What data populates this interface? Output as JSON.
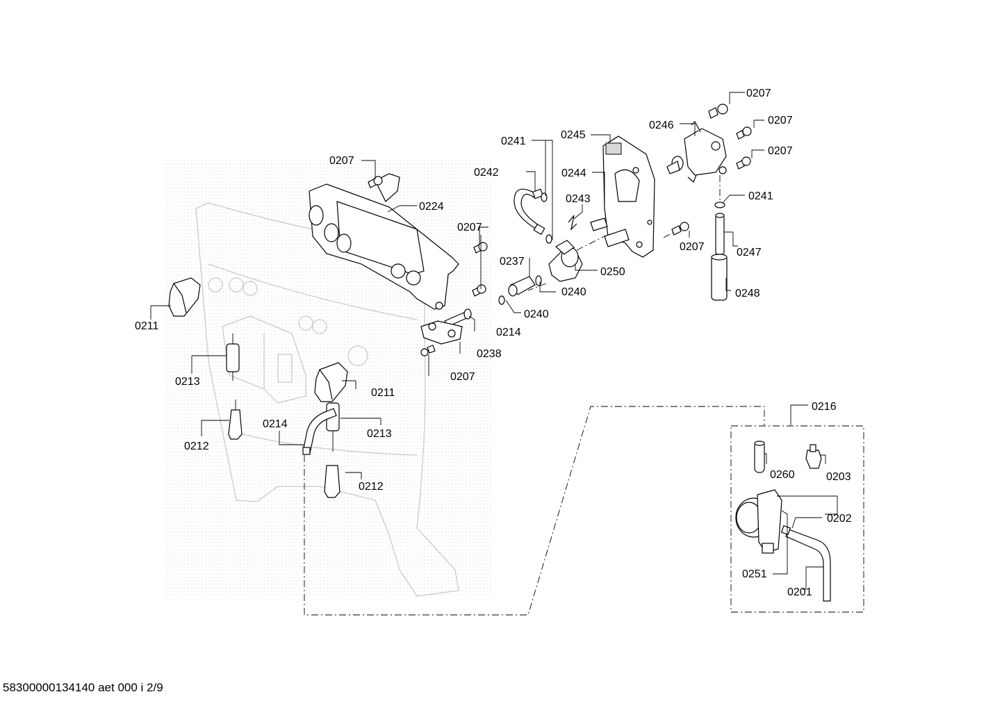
{
  "labels": {
    "p0207_a": "0207",
    "p0207_b": "0207",
    "p0207_c": "0207",
    "p0207_d": "0207",
    "p0207_e": "0207",
    "p0207_f": "0207",
    "p0207_g": "0207",
    "p0245": "0245",
    "p0246": "0246",
    "p0241_a": "0241",
    "p0241_b": "0241",
    "p0242": "0242",
    "p0244": "0244",
    "p0243": "0243",
    "p0224": "0224",
    "p0237": "0237",
    "p0250": "0250",
    "p0240_a": "0240",
    "p0240_b": "0240",
    "p0247": "0247",
    "p0248": "0248",
    "p0211_a": "0211",
    "p0211_b": "0211",
    "p0214_a": "0214",
    "p0214_b": "0214",
    "p0238": "0238",
    "p0213_a": "0213",
    "p0213_b": "0213",
    "p0212_a": "0212",
    "p0212_b": "0212",
    "p0216": "0216",
    "p0260": "0260",
    "p0203": "0203",
    "p0202": "0202",
    "p0251": "0251",
    "p0201": "0201"
  },
  "footer": "58300000134140 aet 000 i 2/9"
}
